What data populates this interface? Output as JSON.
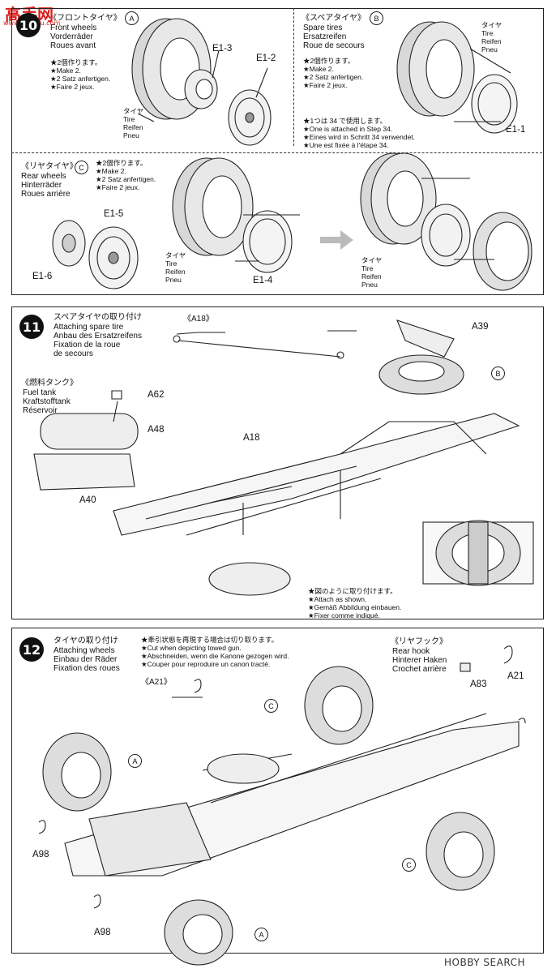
{
  "watermark": {
    "top_logo": "高手网",
    "top_url": "www.goshou.com",
    "bottom": "HOBBY SEARCH"
  },
  "step10": {
    "number": "10",
    "front": {
      "title_jp": "《フロントタイヤ》",
      "circle": "A",
      "en": "Front wheels",
      "de": "Vorderräder",
      "fr": "Roues avant",
      "note_jp": "★2個作ります。",
      "note_en": "★Make 2.",
      "note_de": "★2 Satz anfertigen.",
      "note_fr": "★Faire 2 jeux.",
      "tire_jp": "タイヤ",
      "tire_en": "Tire",
      "tire_de": "Reifen",
      "tire_fr": "Pneu",
      "part1": "E1-3",
      "part2": "E1-2"
    },
    "spare": {
      "title_jp": "《スペアタイヤ》",
      "circle": "B",
      "en": "Spare tires",
      "de": "Ersatzreifen",
      "fr": "Roue de secours",
      "note_jp": "★2個作ります。",
      "note_en": "★Make 2.",
      "note_de": "★2 Satz anfertigen.",
      "note_fr": "★Faire 2 jeux.",
      "tire_jp": "タイヤ",
      "tire_en": "Tire",
      "tire_de": "Reifen",
      "tire_fr": "Pneu",
      "part": "E1-1",
      "step_note_jp": "★1つは 34 で使用します。",
      "step_note_en": "★One is attached in Step 34.",
      "step_note_de": "★Eines wird in Schritt 34 verwendet.",
      "step_note_fr": "★Une est fixée à l'étape 34."
    },
    "rear": {
      "title_jp": "《リヤタイヤ》",
      "circle": "C",
      "en": "Rear wheels",
      "de": "Hinterräder",
      "fr": "Roues arrière",
      "note_jp": "★2個作ります。",
      "note_en": "★Make 2.",
      "note_de": "★2 Satz anfertigen.",
      "note_fr": "★Faire 2 jeux.",
      "tire_jp": "タイヤ",
      "tire_en": "Tire",
      "tire_de": "Reifen",
      "tire_fr": "Pneu",
      "part1": "E1-5",
      "part2": "E1-6",
      "part3": "E1-4"
    }
  },
  "step11": {
    "number": "11",
    "title_jp": "スペアタイヤの取り付け",
    "title_en": "Attaching spare tire",
    "title_de": "Anbau des Ersatzreifens",
    "title_fr1": "Fixation de la roue",
    "title_fr2": "de secours",
    "a18_title": "《A18》",
    "fuel_jp": "《燃料タンク》",
    "fuel_en": "Fuel tank",
    "fuel_de": "Kraftstofftank",
    "fuel_fr": "Réservoir",
    "parts": {
      "a62": "A62",
      "a48": "A48",
      "a40": "A40",
      "a18": "A18",
      "a39": "A39"
    },
    "circle_b": "B",
    "note_jp": "★図のように取り付けます。",
    "note_en": "★Attach as shown.",
    "note_de": "★Gemäß Abbildung einbauen.",
    "note_fr": "★Fixer comme indiqué."
  },
  "step12": {
    "number": "12",
    "title_jp": "タイヤの取り付け",
    "title_en": "Attaching wheels",
    "title_de": "Einbau der Räder",
    "title_fr": "Fixation des roues",
    "cut_jp": "★牽引状態を再現する場合は切り取ります。",
    "cut_en": "★Cut when depicting towed gun.",
    "cut_de": "★Abschneiden, wenn die Kanone gezogen wird.",
    "cut_fr": "★Couper pour reproduire un canon tracté.",
    "a21_title": "《A21》",
    "hook_jp": "《リヤフック》",
    "hook_en": "Rear hook",
    "hook_de": "Hinterer Haken",
    "hook_fr": "Crochet arrière",
    "parts": {
      "a83": "A83",
      "a21": "A21",
      "a98a": "A98",
      "a98b": "A98"
    },
    "circles": {
      "c1": "C",
      "a1": "A",
      "c2": "C",
      "a2": "A"
    }
  }
}
